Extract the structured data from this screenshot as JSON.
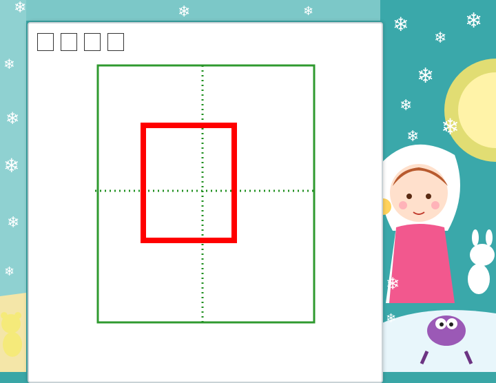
{
  "slide": {
    "title_glyphs": [
      "□",
      "□",
      "□",
      "□"
    ]
  },
  "colors": {
    "frame": "#2f9a2f",
    "guide": "#1f8f1f",
    "box": "#ff0000",
    "background": "#3aa6a6",
    "panel": "#ffffff"
  },
  "icons": {
    "snowflakes": "snowflake-icon",
    "girl": "girl-illustration",
    "bunny": "bunny-illustration",
    "bug": "cartoon-bug-illustration",
    "sun": "sun-illustration",
    "bear": "bear-illustration"
  }
}
